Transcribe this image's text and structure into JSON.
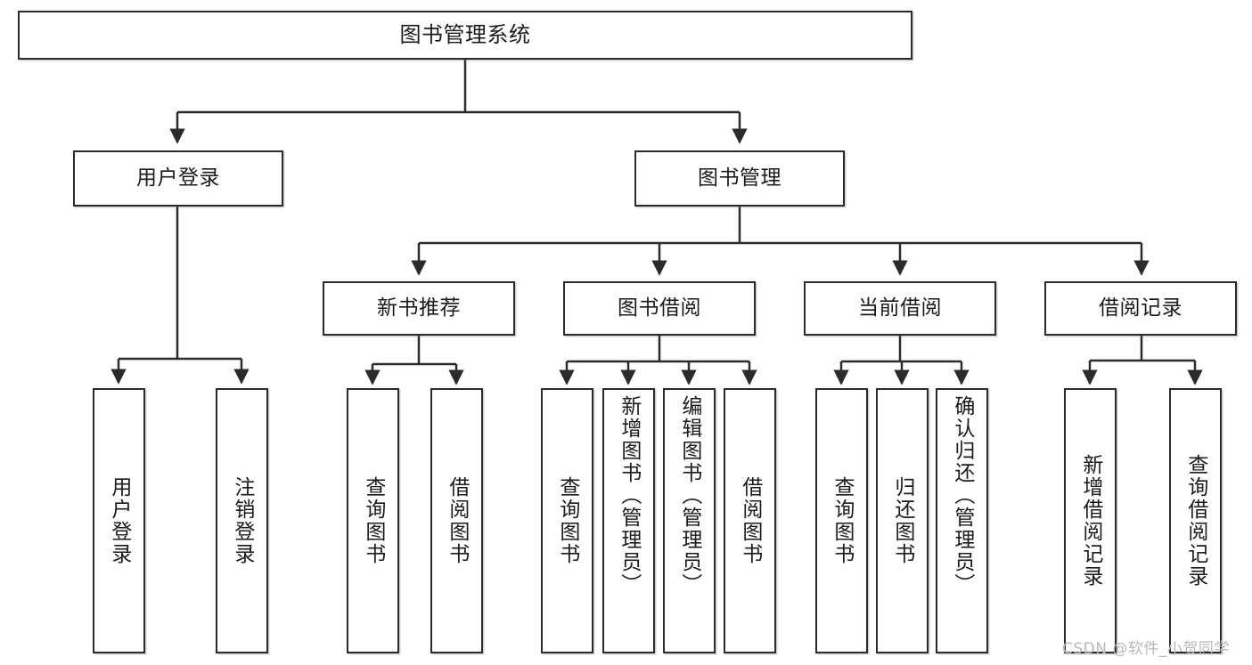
{
  "diagram": {
    "title": "图书管理系统",
    "type": "tree",
    "colors": {
      "box_border": "#2b2b2b",
      "box_fill": "#ffffff",
      "edge": "#2b2b2b",
      "text": "#1b1b1b",
      "watermark": "#b9b9b9",
      "background": "#ffffff"
    }
  },
  "watermark": {
    "text": "CSDN @软件_小贺同学"
  },
  "nodes": {
    "root": {
      "label": "图书管理系统"
    },
    "level2": [
      {
        "id": "user-login",
        "label": "用户登录"
      },
      {
        "id": "book-manage",
        "label": "图书管理"
      }
    ],
    "level3": [
      {
        "id": "new-book-rec",
        "label": "新书推荐"
      },
      {
        "id": "book-borrow",
        "label": "图书借阅"
      },
      {
        "id": "current-borrow",
        "label": "当前借阅"
      },
      {
        "id": "borrow-record",
        "label": "借阅记录"
      }
    ],
    "leaves": [
      {
        "id": "leaf-user-login",
        "label": "用户登录",
        "parent": "user-login",
        "fill": false
      },
      {
        "id": "leaf-logout",
        "label": "注销登录",
        "parent": "user-login",
        "fill": false
      },
      {
        "id": "leaf-query-book-1",
        "label": "查询图书",
        "parent": "new-book-rec",
        "fill": false
      },
      {
        "id": "leaf-borrow-book-1",
        "label": "借阅图书",
        "parent": "new-book-rec",
        "fill": false
      },
      {
        "id": "leaf-query-book-2",
        "label": "查询图书",
        "parent": "book-borrow",
        "fill": false
      },
      {
        "id": "leaf-add-book",
        "label": "新增图书（管理员）",
        "parent": "book-borrow",
        "fill": true
      },
      {
        "id": "leaf-edit-book",
        "label": "编辑图书（管理员）",
        "parent": "book-borrow",
        "fill": true
      },
      {
        "id": "leaf-borrow-book-2",
        "label": "借阅图书",
        "parent": "book-borrow",
        "fill": false
      },
      {
        "id": "leaf-query-book-3",
        "label": "查询图书",
        "parent": "current-borrow",
        "fill": false
      },
      {
        "id": "leaf-return-book",
        "label": "归还图书",
        "parent": "current-borrow",
        "fill": false
      },
      {
        "id": "leaf-confirm-return",
        "label": "确认归还（管理员）",
        "parent": "current-borrow",
        "fill": true
      },
      {
        "id": "leaf-add-record",
        "label": "新增借阅记录",
        "parent": "borrow-record",
        "fill": false
      },
      {
        "id": "leaf-query-record",
        "label": "查询借阅记录",
        "parent": "borrow-record",
        "fill": false
      }
    ]
  }
}
